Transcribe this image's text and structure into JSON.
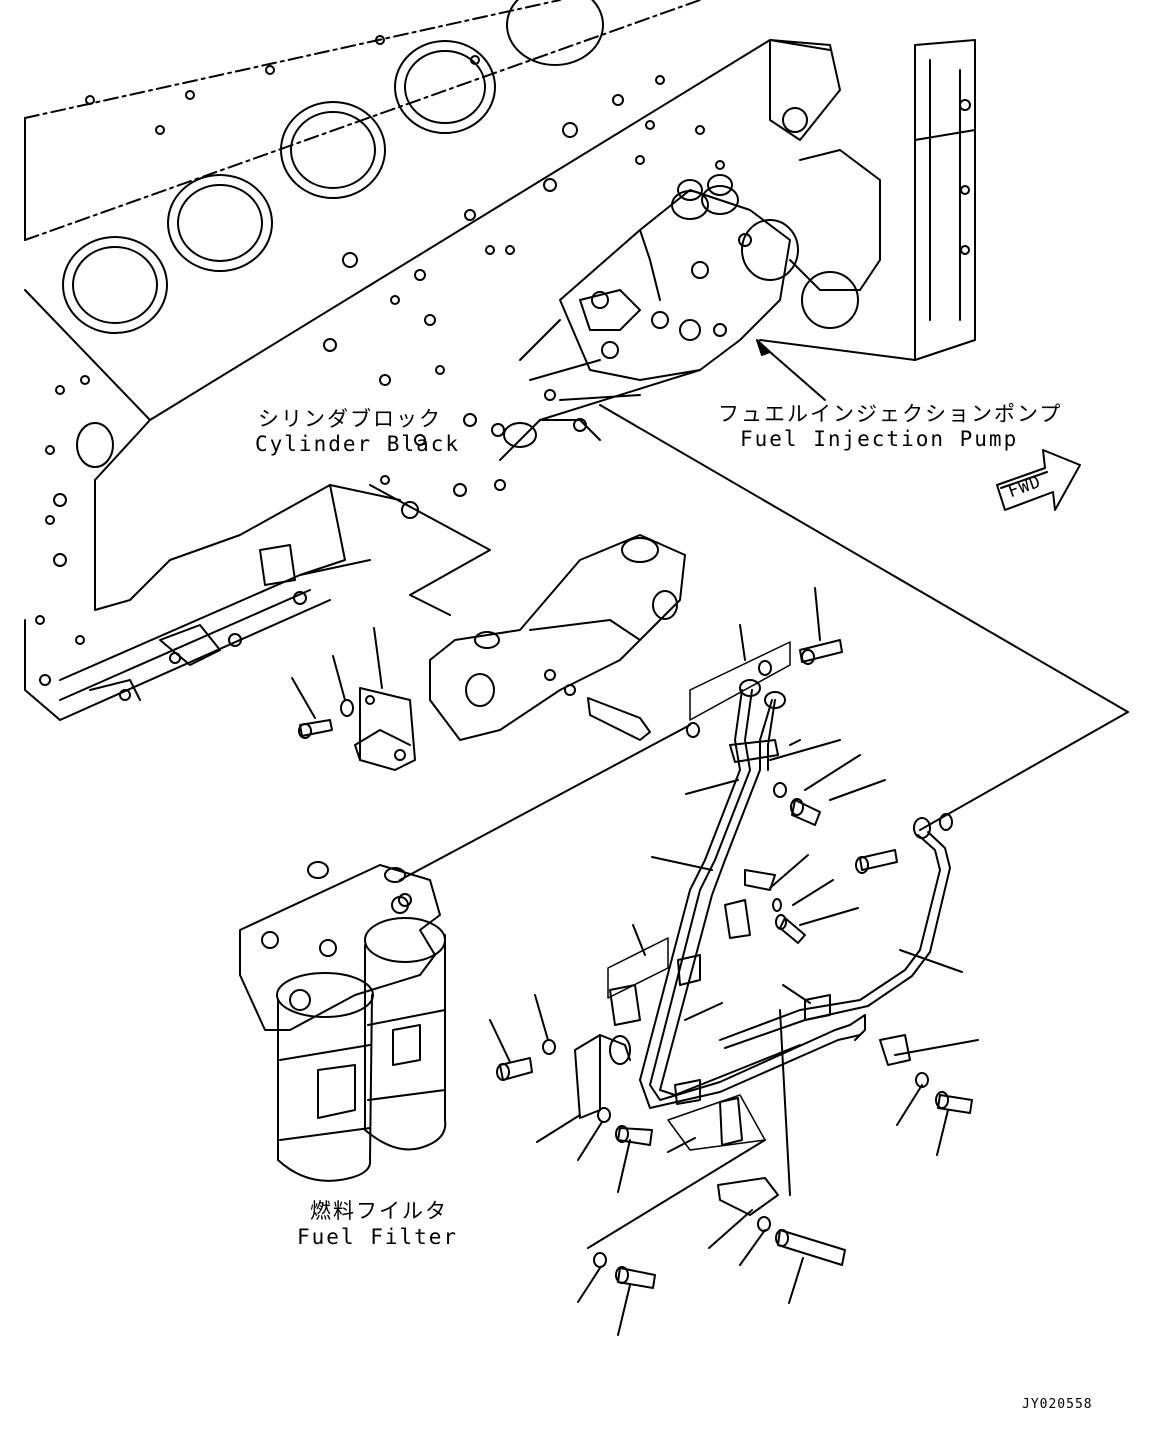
{
  "labels": {
    "cylinder_block_jp": "シリンダブロック",
    "cylinder_block_en": "Cylinder Black",
    "injection_pump_jp": "フュエルインジェクションポンプ",
    "injection_pump_en": "Fuel Injection Pump",
    "fuel_filter_jp": "燃料フイルタ",
    "fuel_filter_en": "Fuel Filter",
    "fwd": "FWD"
  },
  "drawing_code": "JY020558"
}
